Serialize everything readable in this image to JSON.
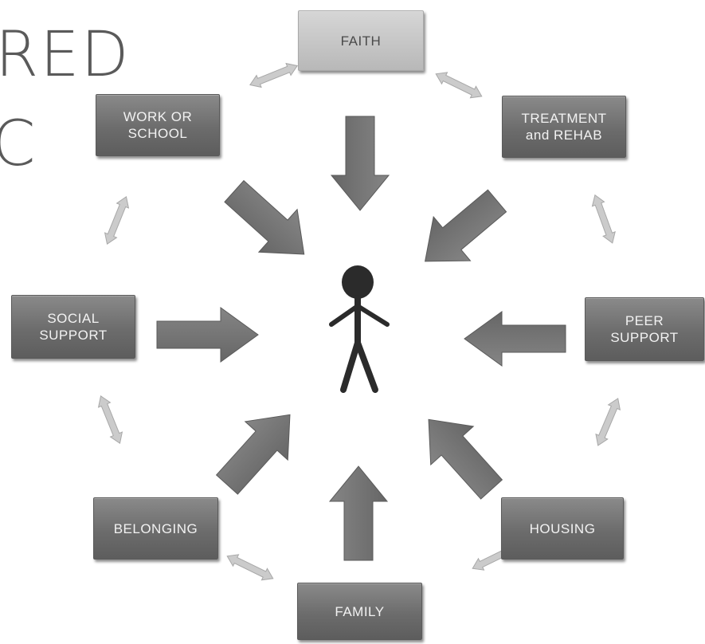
{
  "title_fragments": {
    "line1": "RED",
    "line2": "C"
  },
  "center_figure": {
    "icon": "stick-person-icon"
  },
  "nodes": {
    "faith": "FAITH",
    "work_or_school": "WORK OR\nSCHOOL",
    "treatment_and_rehab": "TREATMENT\nand REHAB",
    "social_support": "SOCIAL\nSUPPORT",
    "peer_support": "PEER\nSUPPORT",
    "belonging": "BELONGING",
    "housing": "HOUSING",
    "family": "FAMILY"
  },
  "colors": {
    "node_dark": "#6f6f6f",
    "node_light": "#c8c8c8",
    "big_arrow": "#767676",
    "connector_arrow": "#c9c9c9",
    "title_text": "#5a5a5a"
  }
}
